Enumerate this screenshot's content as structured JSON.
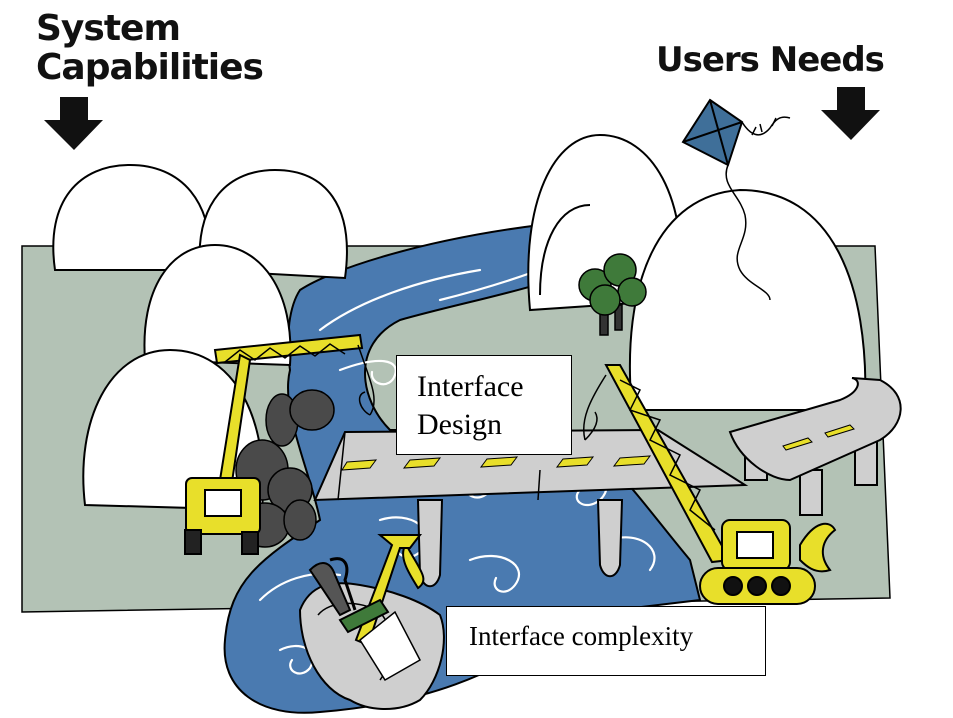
{
  "headings": {
    "system_line1": "System",
    "system_line2": "Capabilities",
    "users": "Users Needs"
  },
  "labels": {
    "design_line1": "Interface",
    "design_line2": "Design",
    "complexity": "Interface complexity"
  },
  "colors": {
    "ground": "#b3c2b5",
    "river": "#4a7ab0",
    "bridge": "#cfcfcf",
    "machine_yellow": "#e8df2a",
    "rock": "#4a4a4a",
    "tree": "#3f7a3a",
    "kite": "#3f6f99"
  },
  "icons": [
    "down-arrow-icon",
    "kite-icon",
    "crane-icon",
    "bulldozer-icon",
    "boat-icon",
    "tree-icon",
    "bridge-icon"
  ]
}
